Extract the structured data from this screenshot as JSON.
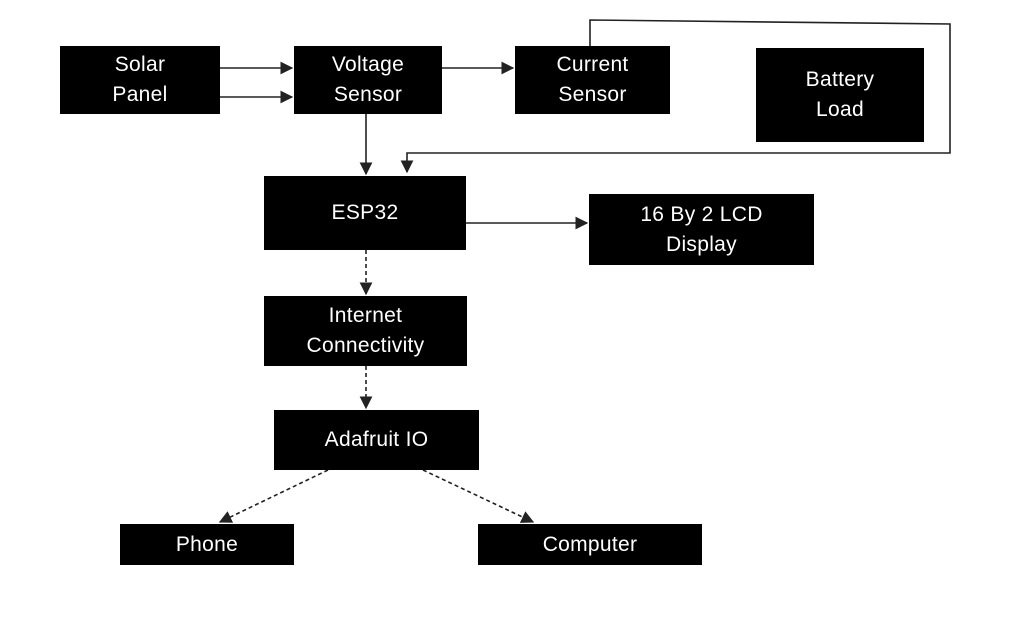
{
  "blocks": {
    "solar_panel": "Solar\nPanel",
    "voltage_sensor": "Voltage\nSensor",
    "current_sensor": "Current\nSensor",
    "battery_load": "Battery\nLoad",
    "esp32": "ESP32",
    "lcd_display": "16 By 2 LCD\nDisplay",
    "internet": "Internet\nConnectivity",
    "adafruit": "Adafruit IO",
    "phone": "Phone",
    "computer": "Computer"
  },
  "colors": {
    "block_fill": "#000000",
    "block_text": "#ffffff",
    "line": "#222222",
    "background": "#ffffff"
  }
}
